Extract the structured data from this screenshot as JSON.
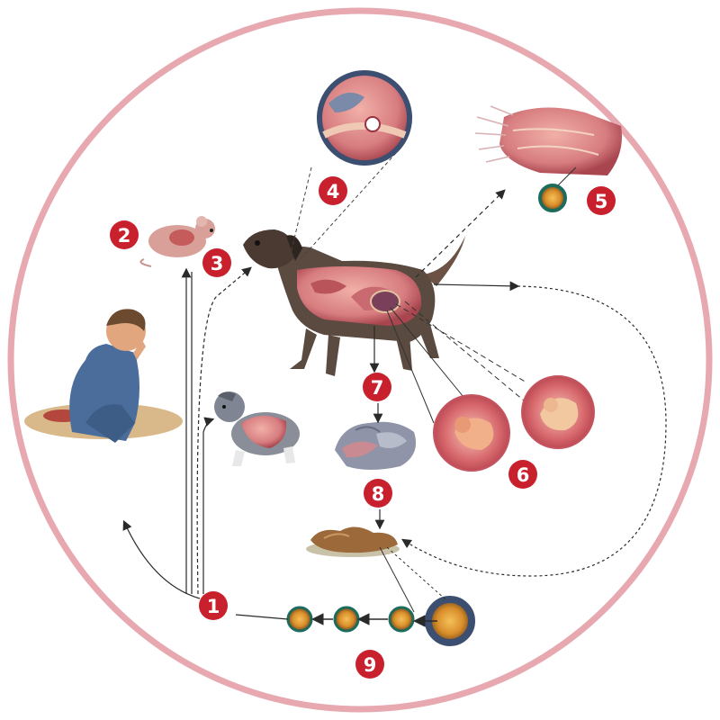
{
  "diagram": {
    "colors": {
      "ring": "#e7a8b0",
      "badge": "#c8202d",
      "badge_text": "#ffffff",
      "arrow": "#2a2a2a",
      "flesh": "#d77d80",
      "flesh_dark": "#a8454e",
      "egg_shell": "#1d6b5c",
      "egg_yolk": "#e8a93a",
      "dog_fur": "#4a3a32",
      "child_shirt": "#4a6d9c",
      "sand": "#d9b98a",
      "feces": "#9c6a3a"
    },
    "steps": [
      {
        "number": "1"
      },
      {
        "number": "2"
      },
      {
        "number": "3"
      },
      {
        "number": "4"
      },
      {
        "number": "5"
      },
      {
        "number": "6"
      },
      {
        "number": "7"
      },
      {
        "number": "8"
      },
      {
        "number": "9"
      }
    ],
    "icons": [
      "mouse-icon",
      "adult-dog-icon",
      "puppy-icon",
      "child-icon",
      "intestine-detail-icon",
      "muscle-larvae-icon",
      "fetus-icon",
      "feces-icon",
      "egg-icon"
    ]
  }
}
